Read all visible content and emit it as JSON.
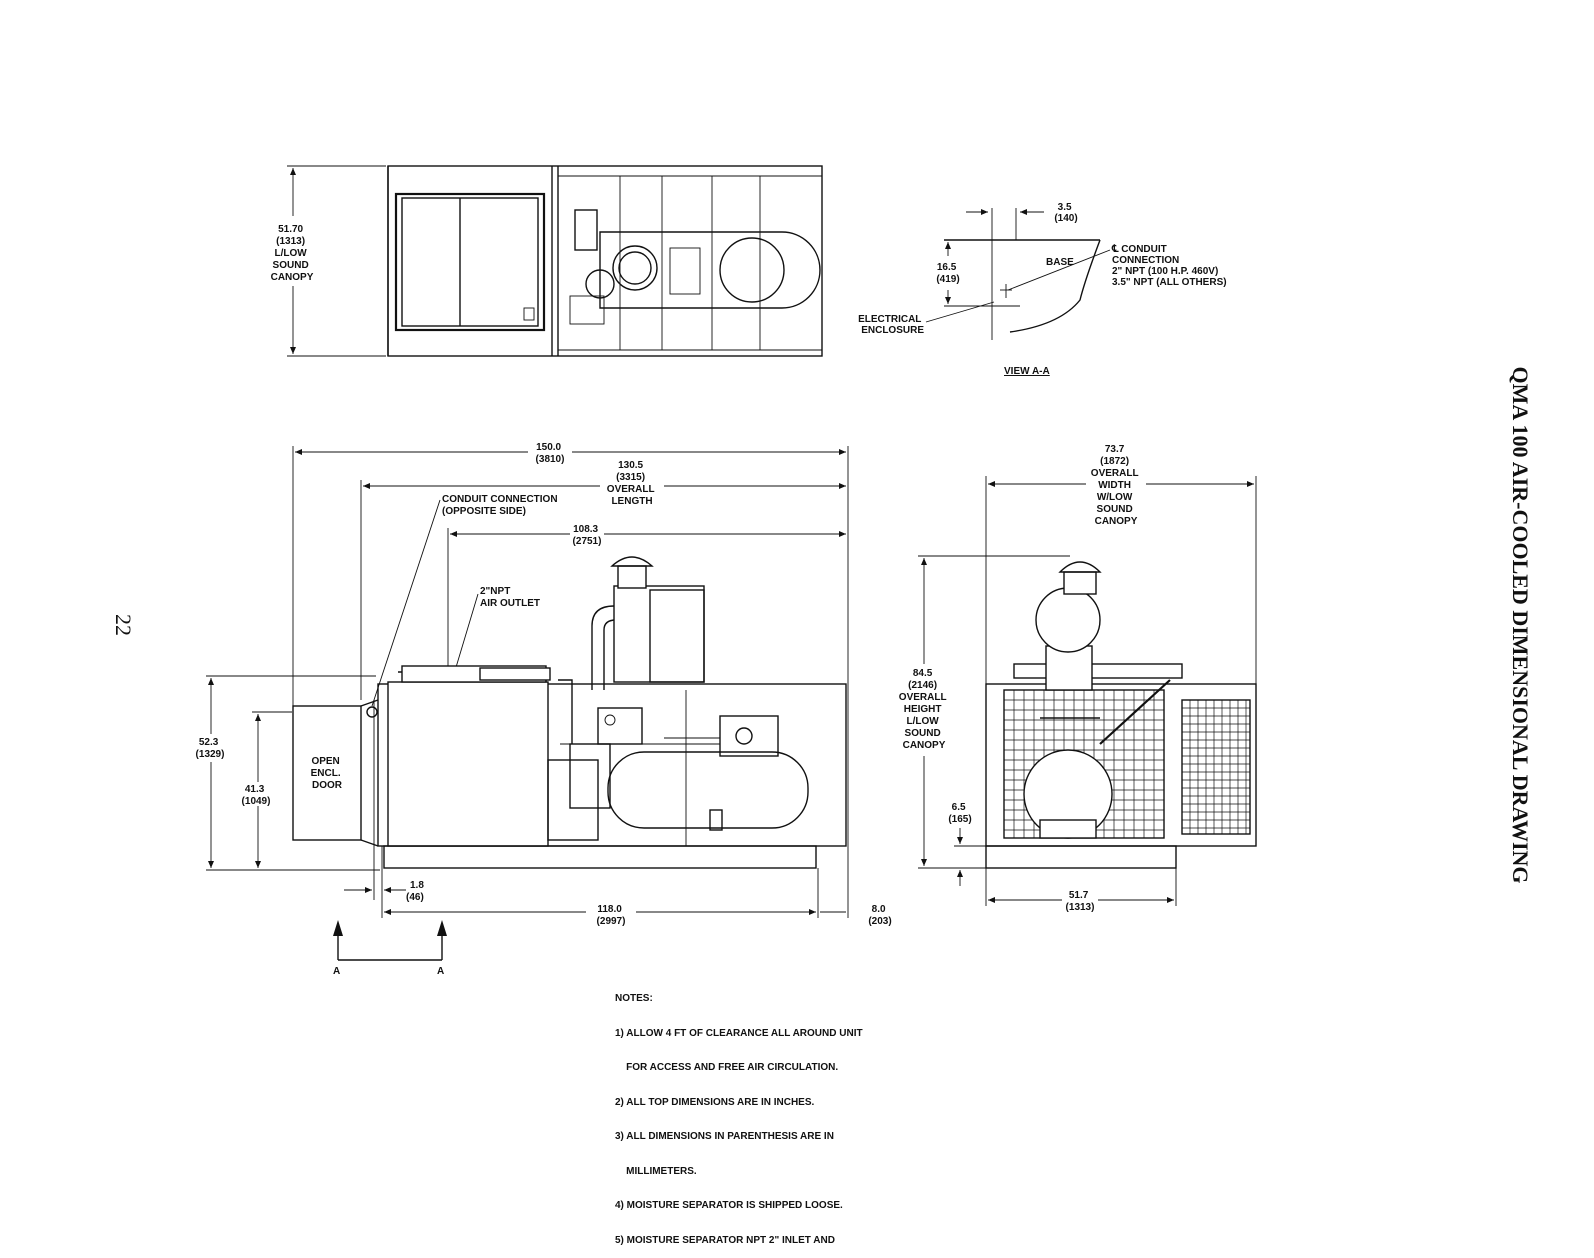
{
  "title": "QMA 100 AIR-COOLED DIMENSIONAL DRAWING",
  "page_number": "22",
  "top_view": {
    "dim_height": [
      "51.70",
      "(1313)",
      "L/LOW",
      "SOUND",
      "CANOPY"
    ]
  },
  "view_aa": {
    "label": "VIEW A-A",
    "dim_offset": [
      "3.5",
      "(140)"
    ],
    "dim_height": [
      "16.5",
      "(419)"
    ],
    "base_label": "BASE",
    "conduit": [
      "℄ CONDUIT",
      "CONNECTION",
      "2\" NPT (100 H.P. 460V)",
      "3.5\" NPT (ALL OTHERS)"
    ],
    "electrical": [
      "ELECTRICAL",
      "ENCLOSURE"
    ]
  },
  "side_view": {
    "overall": [
      "150.0",
      "(3810)"
    ],
    "overall_length": [
      "130.5",
      "(3315)",
      "OVERALL",
      "LENGTH"
    ],
    "conduit_conn": [
      "CONDUIT CONNECTION",
      "(OPPOSITE SIDE)"
    ],
    "dim_108": [
      "108.3",
      "(2751)"
    ],
    "air_outlet": [
      "2\"NPT",
      "AIR OUTLET"
    ],
    "height_523": [
      "52.3",
      "(1329)"
    ],
    "height_413": [
      "41.3",
      "(1049)"
    ],
    "door": [
      "OPEN",
      "ENCL.",
      "DOOR"
    ],
    "dim_18": [
      "1.8",
      "(46)"
    ],
    "dim_118": [
      "118.0",
      "(2997)"
    ],
    "dim_80": [
      "8.0",
      "(203)"
    ],
    "section_a": "A"
  },
  "end_view": {
    "width": [
      "73.7",
      "(1872)",
      "OVERALL",
      "WIDTH",
      "W/LOW",
      "SOUND",
      "CANOPY"
    ],
    "height": [
      "84.5",
      "(2146)",
      "OVERALL",
      "HEIGHT",
      "L/LOW",
      "SOUND",
      "CANOPY"
    ],
    "base_height": [
      "6.5",
      "(165)"
    ],
    "base_width": [
      "51.7",
      "(1313)"
    ]
  },
  "notes": [
    "NOTES:",
    "1) ALLOW 4 FT OF CLEARANCE ALL AROUND UNIT",
    "    FOR ACCESS AND FREE AIR CIRCULATION.",
    "2) ALL TOP DIMENSIONS ARE IN INCHES.",
    "3) ALL DIMENSIONS IN PARENTHESIS ARE IN",
    "    MILLIMETERS.",
    "4) MOISTURE SEPARATOR IS SHIPPED LOOSE.",
    "5) MOISTURE SEPARATOR NPT 2\" INLET AND"
  ]
}
